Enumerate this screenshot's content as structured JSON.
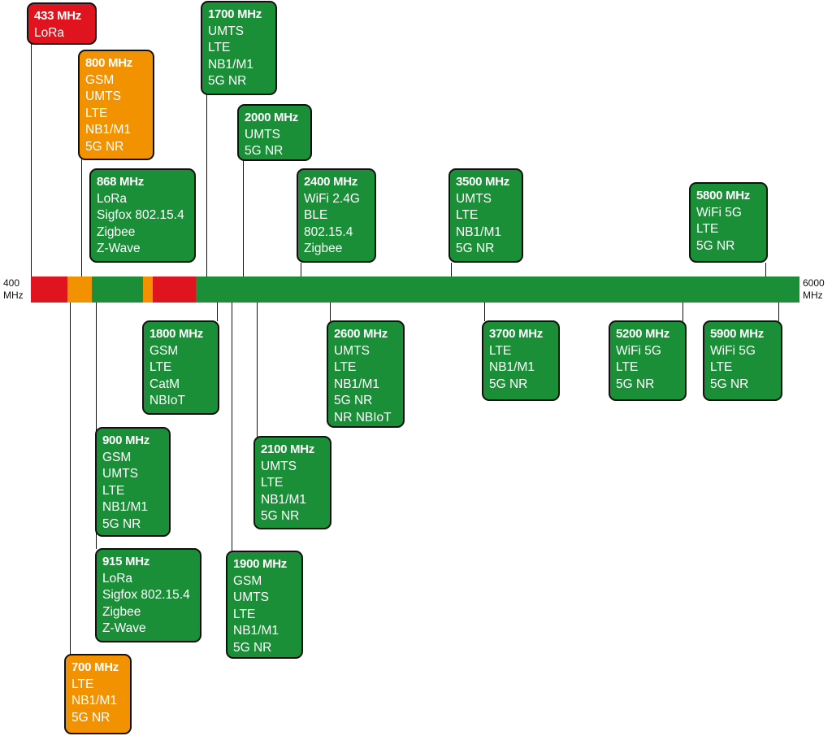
{
  "axis": {
    "start": [
      "400",
      "MHz"
    ],
    "end": [
      "6000",
      "MHz"
    ]
  },
  "colors": {
    "red": "#e0141e",
    "orange": "#f39200",
    "green": "#1a8f38"
  },
  "bands": [
    {
      "id": "433",
      "title": "433 MHz",
      "items": [
        "LoRa"
      ],
      "color": "red"
    },
    {
      "id": "800",
      "title": "800 MHz",
      "items": [
        "GSM",
        "UMTS",
        "LTE",
        "NB1/M1",
        "5G NR"
      ],
      "color": "orange"
    },
    {
      "id": "1700",
      "title": "1700 MHz",
      "items": [
        "UMTS",
        "LTE",
        "NB1/M1",
        "5G NR"
      ],
      "color": "green"
    },
    {
      "id": "2000",
      "title": "2000 MHz",
      "items": [
        "UMTS",
        "5G NR"
      ],
      "color": "green"
    },
    {
      "id": "868",
      "title": "868 MHz",
      "items": [
        "LoRa",
        "Sigfox 802.15.4",
        "Zigbee",
        "Z-Wave"
      ],
      "color": "green"
    },
    {
      "id": "2400",
      "title": "2400 MHz",
      "items": [
        "WiFi 2.4G",
        "BLE",
        "802.15.4",
        "Zigbee"
      ],
      "color": "green"
    },
    {
      "id": "3500",
      "title": "3500 MHz",
      "items": [
        "UMTS",
        "LTE",
        "NB1/M1",
        "5G NR"
      ],
      "color": "green"
    },
    {
      "id": "5800",
      "title": "5800 MHz",
      "items": [
        "WiFi 5G",
        "LTE",
        "5G NR"
      ],
      "color": "green"
    },
    {
      "id": "1800",
      "title": "1800 MHz",
      "items": [
        "GSM",
        "LTE",
        "CatM",
        "NBIoT"
      ],
      "color": "green"
    },
    {
      "id": "2600",
      "title": "2600 MHz",
      "items": [
        "UMTS",
        "LTE",
        "NB1/M1",
        "5G NR",
        "NR NBIoT"
      ],
      "color": "green"
    },
    {
      "id": "3700",
      "title": "3700 MHz",
      "items": [
        "LTE",
        "NB1/M1",
        "5G NR"
      ],
      "color": "green"
    },
    {
      "id": "5200",
      "title": "5200 MHz",
      "items": [
        "WiFi 5G",
        "LTE",
        "5G NR"
      ],
      "color": "green"
    },
    {
      "id": "5900",
      "title": "5900 MHz",
      "items": [
        "WiFi 5G",
        "LTE",
        "5G NR"
      ],
      "color": "green"
    },
    {
      "id": "900",
      "title": "900 MHz",
      "items": [
        "GSM",
        "UMTS",
        "LTE",
        "NB1/M1",
        "5G NR"
      ],
      "color": "green"
    },
    {
      "id": "2100",
      "title": "2100 MHz",
      "items": [
        "UMTS",
        "LTE",
        "NB1/M1",
        "5G NR"
      ],
      "color": "green"
    },
    {
      "id": "915",
      "title": "915 MHz",
      "items": [
        "LoRa",
        "Sigfox 802.15.4",
        "Zigbee",
        "Z-Wave"
      ],
      "color": "green"
    },
    {
      "id": "1900",
      "title": "1900 MHz",
      "items": [
        "GSM",
        "UMTS",
        "LTE",
        "NB1/M1",
        "5G NR"
      ],
      "color": "green"
    },
    {
      "id": "700",
      "title": "700 MHz",
      "items": [
        "LTE",
        "NB1/M1",
        "5G NR"
      ],
      "color": "orange"
    }
  ]
}
